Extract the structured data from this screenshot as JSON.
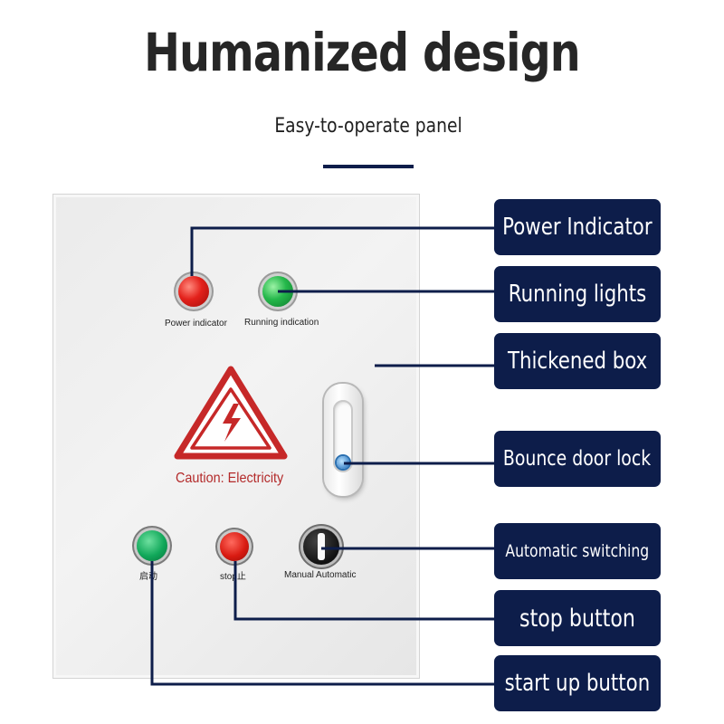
{
  "header": {
    "title": "Humanized design",
    "subtitle": "Easy-to-operate panel"
  },
  "panel": {
    "indicators": [
      {
        "label": "Power indicator",
        "color": "#e3211b"
      },
      {
        "label": "Running indication",
        "color": "#25b84b"
      }
    ],
    "warning": {
      "text": "Caution: Electricity",
      "color": "#c62828"
    },
    "buttons": {
      "start_label": "启动",
      "stop_label": "stop止",
      "selector_label": "Manual Automatic"
    }
  },
  "callouts": [
    {
      "label": "Power Indicator"
    },
    {
      "label": "Running lights"
    },
    {
      "label": "Thickened box"
    },
    {
      "label": "Bounce door lock"
    },
    {
      "label": "Automatic switching"
    },
    {
      "label": "stop button"
    },
    {
      "label": "start up button"
    }
  ],
  "colors": {
    "accent": "#0d1d4a",
    "title": "#262626",
    "panel": "#ececec"
  }
}
